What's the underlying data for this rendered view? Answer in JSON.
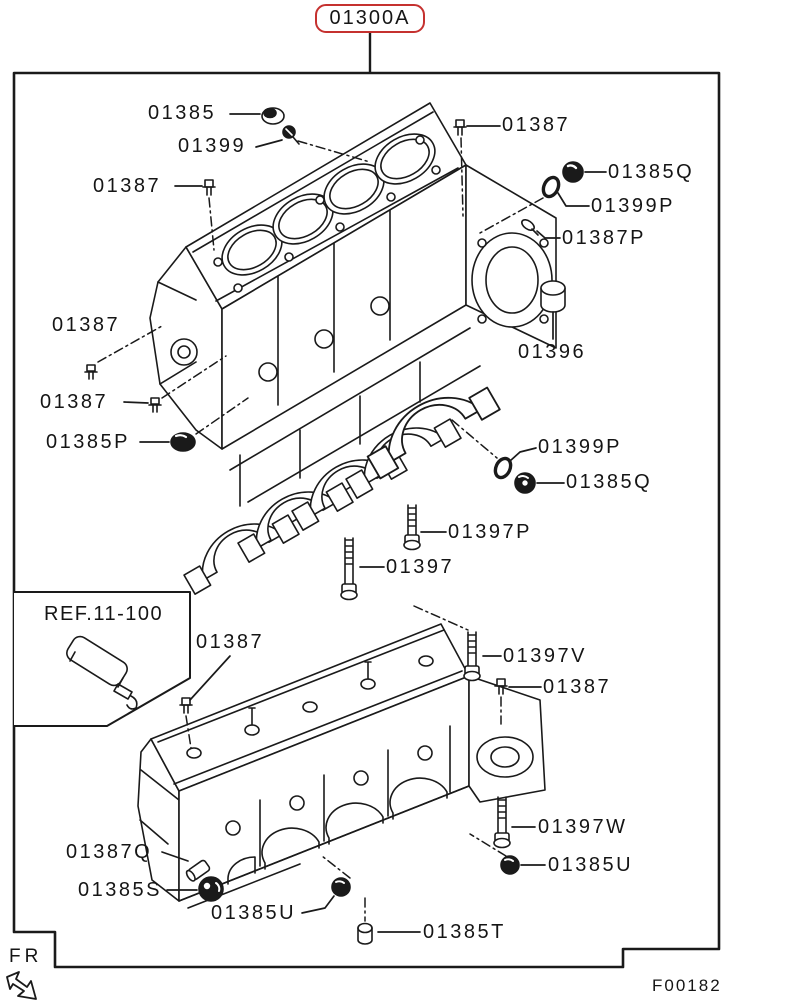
{
  "diagram": {
    "main_ref": "01300A",
    "ref_note": "REF.11-100",
    "front_indicator": "FR",
    "figure_code": "F00182",
    "accent_red": "#c5312f",
    "line_color": "#1a1a1a"
  },
  "callouts": [
    {
      "id": "01385",
      "text": "01385"
    },
    {
      "id": "01399",
      "text": "01399"
    },
    {
      "id": "01387-1",
      "text": "01387"
    },
    {
      "id": "01387-2",
      "text": "01387"
    },
    {
      "id": "01385Q-1",
      "text": "01385Q"
    },
    {
      "id": "01399P-1",
      "text": "01399P"
    },
    {
      "id": "01387P",
      "text": "01387P"
    },
    {
      "id": "01387-3",
      "text": "01387"
    },
    {
      "id": "01387-4",
      "text": "01387"
    },
    {
      "id": "01385P",
      "text": "01385P"
    },
    {
      "id": "01396",
      "text": "01396"
    },
    {
      "id": "01399P-2",
      "text": "01399P"
    },
    {
      "id": "01385Q-2",
      "text": "01385Q"
    },
    {
      "id": "01397P",
      "text": "01397P"
    },
    {
      "id": "01397",
      "text": "01397"
    },
    {
      "id": "01387-5",
      "text": "01387"
    },
    {
      "id": "01397V",
      "text": "01397V"
    },
    {
      "id": "01387-6",
      "text": "01387"
    },
    {
      "id": "01397W",
      "text": "01397W"
    },
    {
      "id": "01385U-1",
      "text": "01385U"
    },
    {
      "id": "01387Q",
      "text": "01387Q"
    },
    {
      "id": "01385S",
      "text": "01385S"
    },
    {
      "id": "01385U-2",
      "text": "01385U"
    },
    {
      "id": "01385T",
      "text": "01385T"
    }
  ]
}
